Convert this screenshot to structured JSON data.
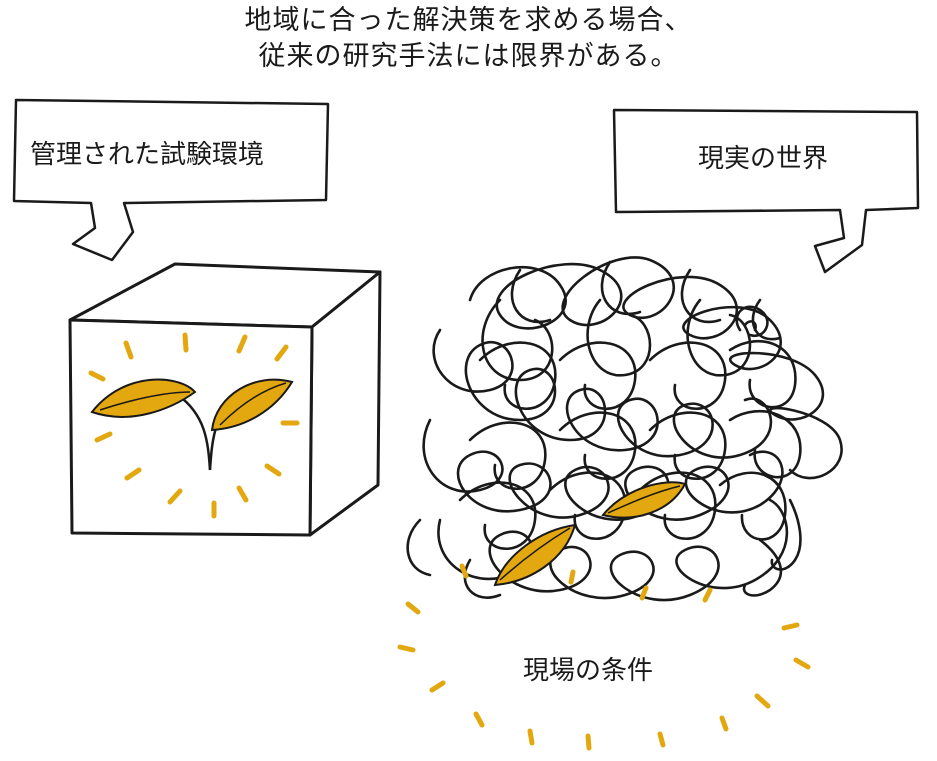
{
  "title": {
    "line1": "地域に合った解決策を求める場合、",
    "line2": "従来の研究手法には限界がある。"
  },
  "left_callout": {
    "label": "管理された試験環境"
  },
  "right_callout": {
    "label": "現実の世界"
  },
  "field_caption": {
    "label": "現場の条件"
  },
  "colors": {
    "ink": "#1a1a1a",
    "leaf": "#e3a70f",
    "background": "#ffffff"
  }
}
